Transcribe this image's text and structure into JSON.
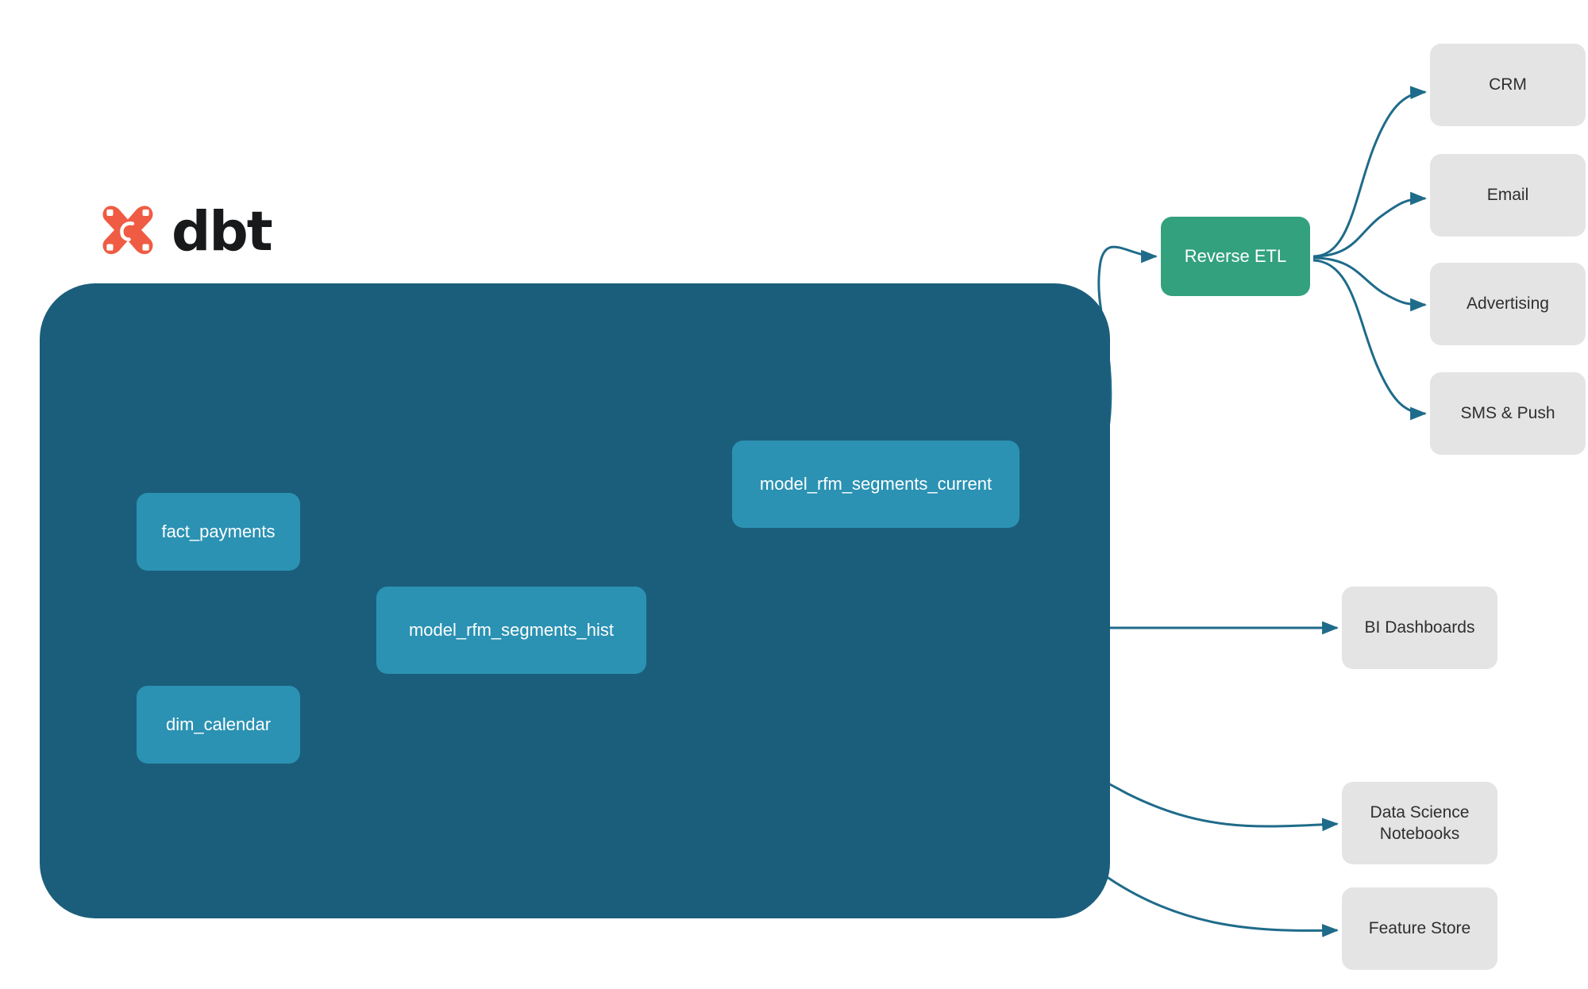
{
  "brand": {
    "wordmark": "dbt",
    "mark_name": "dbt-logo-mark",
    "mark_color": "#ef5c43",
    "wordmark_color": "#17191b"
  },
  "colors": {
    "container_fill": "#1b5e7b",
    "model_node_fill": "#2b92b3",
    "reverse_etl_fill": "#33a17e",
    "destination_fill": "#e4e4e4",
    "internal_edge": "#3f8da6",
    "external_edge": "#1f6b8a",
    "background": "#ffffff"
  },
  "project": {
    "container_name": "dbt-project-container",
    "models": [
      {
        "id": "fact_payments",
        "label": "fact_payments"
      },
      {
        "id": "dim_calendar",
        "label": "dim_calendar"
      },
      {
        "id": "model_rfm_segments_hist",
        "label": "model_rfm_segments_hist"
      },
      {
        "id": "model_rfm_segments_current",
        "label": "model_rfm_segments_current"
      }
    ]
  },
  "activation": {
    "reverse_etl": {
      "id": "reverse_etl",
      "label": "Reverse ETL"
    }
  },
  "destinations": {
    "reverse_etl_targets": [
      {
        "id": "crm",
        "label": "CRM"
      },
      {
        "id": "email",
        "label": "Email"
      },
      {
        "id": "advertising",
        "label": "Advertising"
      },
      {
        "id": "sms_push",
        "label": "SMS & Push"
      }
    ],
    "direct_targets": [
      {
        "id": "bi_dashboards",
        "label": "BI Dashboards"
      },
      {
        "id": "data_science_notebooks",
        "label_line1": "Data Science",
        "label_line2": "Notebooks"
      },
      {
        "id": "feature_store",
        "label": "Feature Store"
      }
    ]
  },
  "edges": [
    {
      "from": "fact_payments",
      "to": "model_rfm_segments_hist",
      "style": "internal"
    },
    {
      "from": "dim_calendar",
      "to": "model_rfm_segments_hist",
      "style": "internal"
    },
    {
      "from": "model_rfm_segments_hist",
      "to": "model_rfm_segments_current",
      "style": "internal"
    },
    {
      "from": "model_rfm_segments_current",
      "to": "reverse_etl",
      "style": "external"
    },
    {
      "from": "model_rfm_segments_hist",
      "to": "bi_dashboards",
      "style": "external"
    },
    {
      "from": "model_rfm_segments_hist",
      "to": "data_science_notebooks",
      "style": "external"
    },
    {
      "from": "model_rfm_segments_hist",
      "to": "feature_store",
      "style": "external"
    },
    {
      "from": "reverse_etl",
      "to": "crm",
      "style": "external"
    },
    {
      "from": "reverse_etl",
      "to": "email",
      "style": "external"
    },
    {
      "from": "reverse_etl",
      "to": "advertising",
      "style": "external"
    },
    {
      "from": "reverse_etl",
      "to": "sms_push",
      "style": "external"
    }
  ]
}
